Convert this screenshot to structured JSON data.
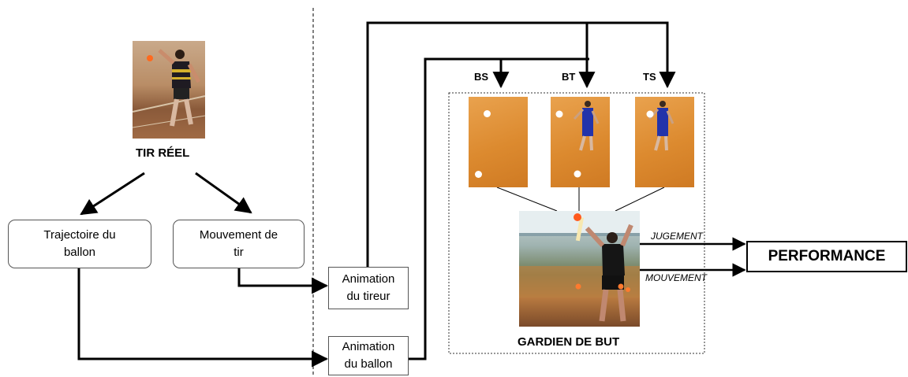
{
  "real_shot": {
    "label": "TIR RÉEL"
  },
  "trajectory_box": {
    "line1": "Trajectoire du",
    "line2": "ballon"
  },
  "movement_box": {
    "line1": "Mouvement de",
    "line2": "tir"
  },
  "animation_shooter": {
    "line1": "Animation",
    "line2": "du tireur"
  },
  "animation_ball": {
    "line1": "Animation",
    "line2": "du ballon"
  },
  "conditions": [
    "BS",
    "BT",
    "TS"
  ],
  "goalkeeper": {
    "label": "GARDIEN DE BUT"
  },
  "outputs": {
    "judgement": "JUGEMENT",
    "movement": "MOUVEMENT"
  },
  "performance": {
    "label": "PERFORMANCE"
  },
  "colors": {
    "floor": "#dc8a2f",
    "player": "#2233aa",
    "line": "#000000"
  }
}
